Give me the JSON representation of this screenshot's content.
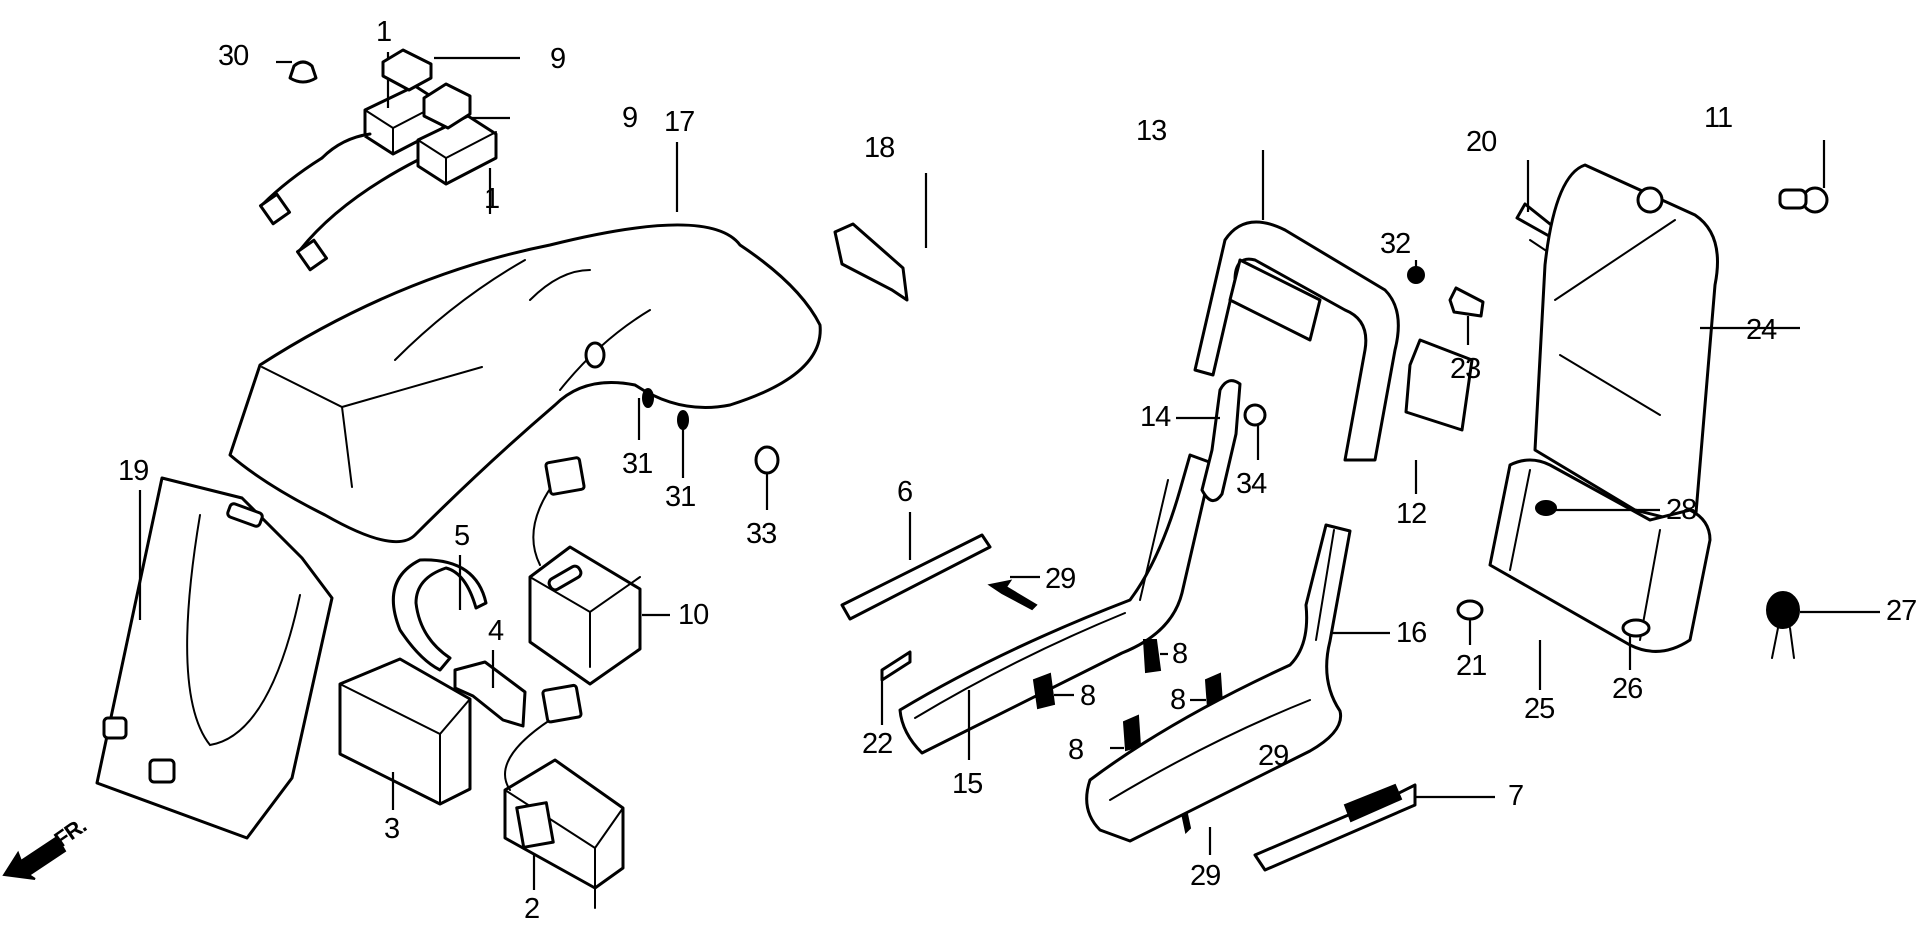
{
  "diagram": {
    "title": "Rear fender / seat rail / battery box parts diagram",
    "direction_marker": {
      "text": "FR.",
      "icon": "front-direction-arrow"
    },
    "callouts": [
      {
        "id": "c30",
        "text": "30",
        "part": "cap-nut"
      },
      {
        "id": "c1a",
        "text": "1",
        "part": "turn-signal-relay-unit-upper"
      },
      {
        "id": "c9a",
        "text": "9",
        "part": "rubber-mount-upper"
      },
      {
        "id": "c9b",
        "text": "9",
        "part": "rubber-mount-lower"
      },
      {
        "id": "c1b",
        "text": "1",
        "part": "turn-signal-relay-unit-lower"
      },
      {
        "id": "c17",
        "text": "17",
        "part": "rear-fender"
      },
      {
        "id": "c18",
        "text": "18",
        "part": "fender-bracket"
      },
      {
        "id": "c13",
        "text": "13",
        "part": "grab-rail"
      },
      {
        "id": "c20",
        "text": "20",
        "part": "clip"
      },
      {
        "id": "c11",
        "text": "11",
        "part": "grommet-bolt"
      },
      {
        "id": "c32",
        "text": "32",
        "part": "nut"
      },
      {
        "id": "c23",
        "text": "23",
        "part": "label"
      },
      {
        "id": "c24",
        "text": "24",
        "part": "battery-box-cover"
      },
      {
        "id": "c14",
        "text": "14",
        "part": "stay"
      },
      {
        "id": "c34",
        "text": "34",
        "part": "bolt"
      },
      {
        "id": "c12",
        "text": "12",
        "part": "plate"
      },
      {
        "id": "c19",
        "text": "19",
        "part": "rear-inner-fender"
      },
      {
        "id": "c31a",
        "text": "31",
        "part": "rivet-a"
      },
      {
        "id": "c31b",
        "text": "31",
        "part": "rivet-b"
      },
      {
        "id": "c33",
        "text": "33",
        "part": "grommet"
      },
      {
        "id": "c5",
        "text": "5",
        "part": "band"
      },
      {
        "id": "c6",
        "text": "6",
        "part": "side-trim"
      },
      {
        "id": "c28",
        "text": "28",
        "part": "clip-bolt"
      },
      {
        "id": "c29a",
        "text": "29",
        "part": "screw-a"
      },
      {
        "id": "c10",
        "text": "10",
        "part": "relay-box"
      },
      {
        "id": "c16",
        "text": "16",
        "part": "right-seat-rail"
      },
      {
        "id": "c4",
        "text": "4",
        "part": "holder"
      },
      {
        "id": "c8a",
        "text": "8",
        "part": "nut-clip-a"
      },
      {
        "id": "c27",
        "text": "27",
        "part": "cable-clamp"
      },
      {
        "id": "c21",
        "text": "21",
        "part": "rubber-cushion"
      },
      {
        "id": "c26",
        "text": "26",
        "part": "collar"
      },
      {
        "id": "c8b",
        "text": "8",
        "part": "nut-clip-b"
      },
      {
        "id": "c8c",
        "text": "8",
        "part": "nut-clip-c"
      },
      {
        "id": "c25",
        "text": "25",
        "part": "battery-box"
      },
      {
        "id": "c22",
        "text": "22",
        "part": "emblem"
      },
      {
        "id": "c8d",
        "text": "8",
        "part": "nut-clip-d"
      },
      {
        "id": "c29b",
        "text": "29",
        "part": "screw-b"
      },
      {
        "id": "c3",
        "text": "3",
        "part": "fuse-box"
      },
      {
        "id": "c15",
        "text": "15",
        "part": "left-seat-rail"
      },
      {
        "id": "c7",
        "text": "7",
        "part": "trim"
      },
      {
        "id": "c29c",
        "text": "29",
        "part": "screw-c"
      },
      {
        "id": "c2",
        "text": "2",
        "part": "relay"
      }
    ]
  }
}
